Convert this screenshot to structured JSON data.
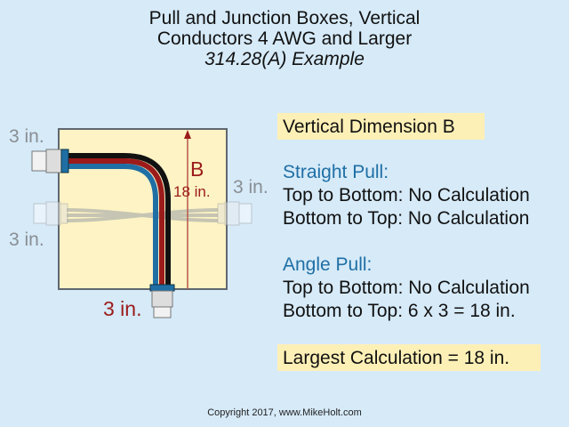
{
  "title": {
    "line1": "Pull and Junction Boxes, Vertical",
    "line2": "Conductors 4 AWG and Larger",
    "line3": "314.28(A) Example"
  },
  "diagram": {
    "left_top_label": "3 in.",
    "left_bottom_label": "3 in.",
    "right_label": "3 in.",
    "bottom_label": "3 in.",
    "dimension_letter": "B",
    "dimension_value": "18 in.",
    "colors": {
      "box": "#fdf3c4",
      "wire_black": "#111111",
      "wire_red": "#9b1b1b",
      "wire_blue": "#1f6fa5",
      "dimension": "#9b1b1b"
    }
  },
  "explanation": {
    "heading": "Vertical Dimension B",
    "straight_pull": {
      "label": "Straight Pull:",
      "line1": "Top to Bottom: No Calculation",
      "line2": "Bottom to Top: No Calculation"
    },
    "angle_pull": {
      "label": "Angle Pull:",
      "line1": "Top to Bottom: No Calculation",
      "line2": "Bottom to Top: 6 x 3 = 18 in."
    },
    "result": "Largest Calculation = 18 in."
  },
  "copyright": "Copyright 2017, www.MikeHolt.com"
}
